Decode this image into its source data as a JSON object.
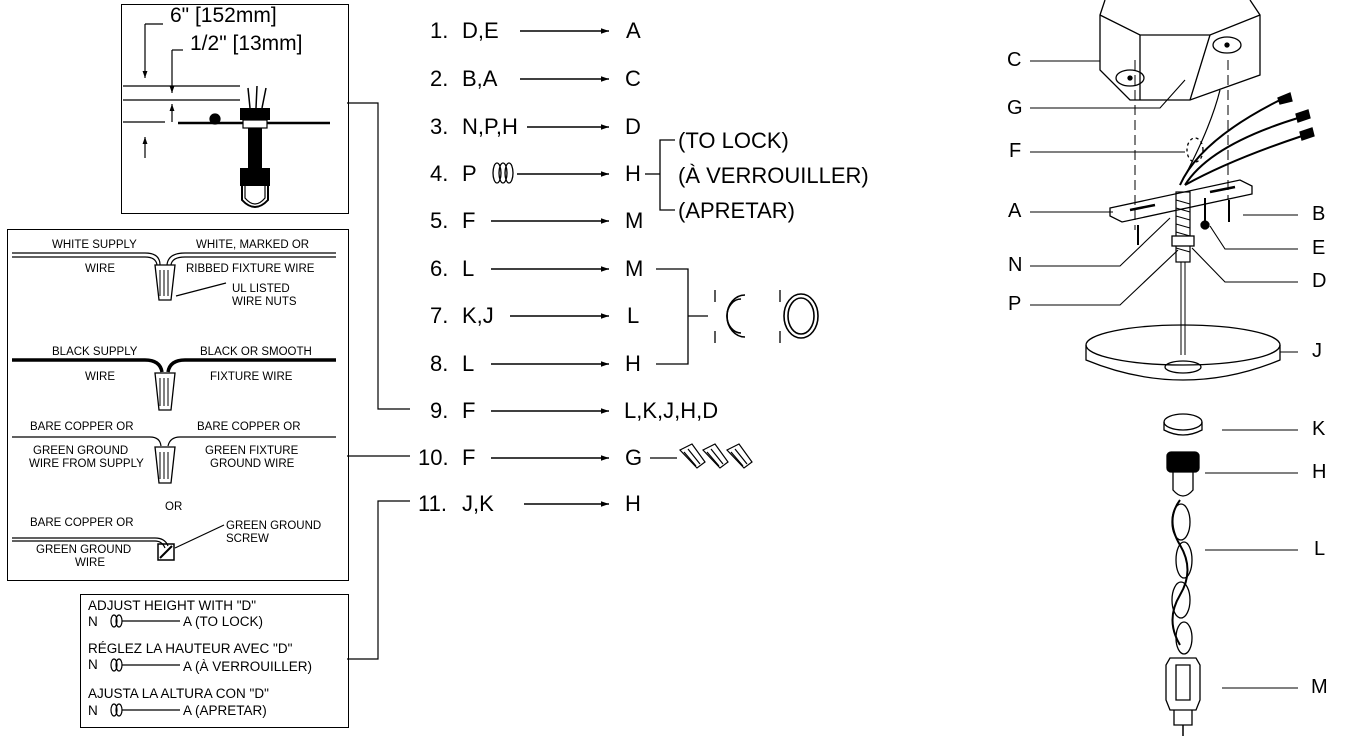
{
  "dim_box": {
    "dim_6in": "6\" [152mm]",
    "dim_half_in": "1/2\" [13mm]"
  },
  "wiring": {
    "white_supply": "WHITE SUPPLY",
    "white_supply_wire": "WIRE",
    "white_fixture_1": "WHITE, MARKED OR",
    "white_fixture_2": "RIBBED FIXTURE WIRE",
    "ul_1": "UL LISTED",
    "ul_2": "WIRE NUTS",
    "black_supply": "BLACK SUPPLY",
    "black_supply_wire": "WIRE",
    "black_fixture_1": "BLACK OR SMOOTH",
    "black_fixture_2": "FIXTURE WIRE",
    "bare_left_1": "BARE COPPER OR",
    "bare_left_2": "GREEN GROUND",
    "bare_left_3": "WIRE FROM SUPPLY",
    "bare_right_1": "BARE COPPER OR",
    "bare_right_2": "GREEN FIXTURE",
    "bare_right_3": "GROUND WIRE",
    "or": "OR",
    "screw_left_1": "BARE COPPER OR",
    "screw_left_2": "GREEN GROUND",
    "screw_left_3": "WIRE",
    "screw_right_1": "GREEN GROUND",
    "screw_right_2": "SCREW"
  },
  "adjust": {
    "en_title": "ADJUST HEIGHT WITH \"D\"",
    "en_n": "N",
    "en_a": "A (TO LOCK)",
    "fr_title": "RÉGLEZ LA HAUTEUR AVEC \"D\"",
    "fr_n": "N",
    "fr_a": "A (À VERROUILLER)",
    "es_title": "AJUSTA LA ALTURA CON \"D\"",
    "es_n": "N",
    "es_a": "A (APRETAR)"
  },
  "steps": [
    {
      "num": "1.",
      "from": "D,E",
      "to": "A"
    },
    {
      "num": "2.",
      "from": "B,A",
      "to": "C"
    },
    {
      "num": "3.",
      "from": "N,P,H",
      "to": "D"
    },
    {
      "num": "4.",
      "from": "P",
      "to": "H"
    },
    {
      "num": "5.",
      "from": "F",
      "to": "M"
    },
    {
      "num": "6.",
      "from": "L",
      "to": "M"
    },
    {
      "num": "7.",
      "from": "K,J",
      "to": "L"
    },
    {
      "num": "8.",
      "from": "L",
      "to": "H"
    },
    {
      "num": "9.",
      "from": "F",
      "to": "L,K,J,H,D"
    },
    {
      "num": "10.",
      "from": "F",
      "to": "G"
    },
    {
      "num": "11.",
      "from": "J,K",
      "to": "H"
    }
  ],
  "lock_notes": [
    "(TO LOCK)",
    "(À VERROUILLER)",
    "(APRETAR)"
  ],
  "part_labels": {
    "C": "C",
    "G": "G",
    "F": "F",
    "A": "A",
    "N": "N",
    "P": "P",
    "B": "B",
    "E": "E",
    "D": "D",
    "J": "J",
    "K": "K",
    "H": "H",
    "L": "L",
    "M": "M"
  },
  "colors": {
    "line": "#000000",
    "background": "#ffffff"
  }
}
